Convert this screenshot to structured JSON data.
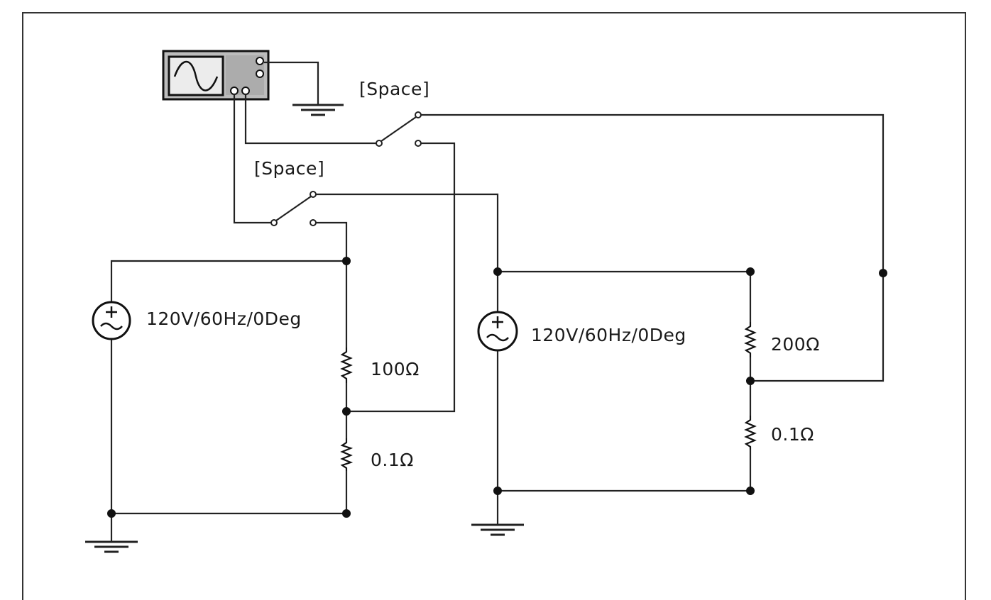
{
  "switch_labels": {
    "top": "[Space]",
    "left": "[Space]"
  },
  "sources": {
    "left": "120V/60Hz/0Deg",
    "right": "120V/60Hz/0Deg"
  },
  "resistors": {
    "left_upper": "100Ω",
    "left_lower": "0.1Ω",
    "right_upper": "200Ω",
    "right_lower": "0.1Ω"
  },
  "colors": {
    "wire": "#222222",
    "scope_body": "#b8b8b8",
    "scope_screen": "#e9e9e9"
  },
  "icons": [
    "oscilloscope-icon",
    "switch-icon",
    "ac-source-icon",
    "resistor-icon",
    "ground-icon"
  ]
}
